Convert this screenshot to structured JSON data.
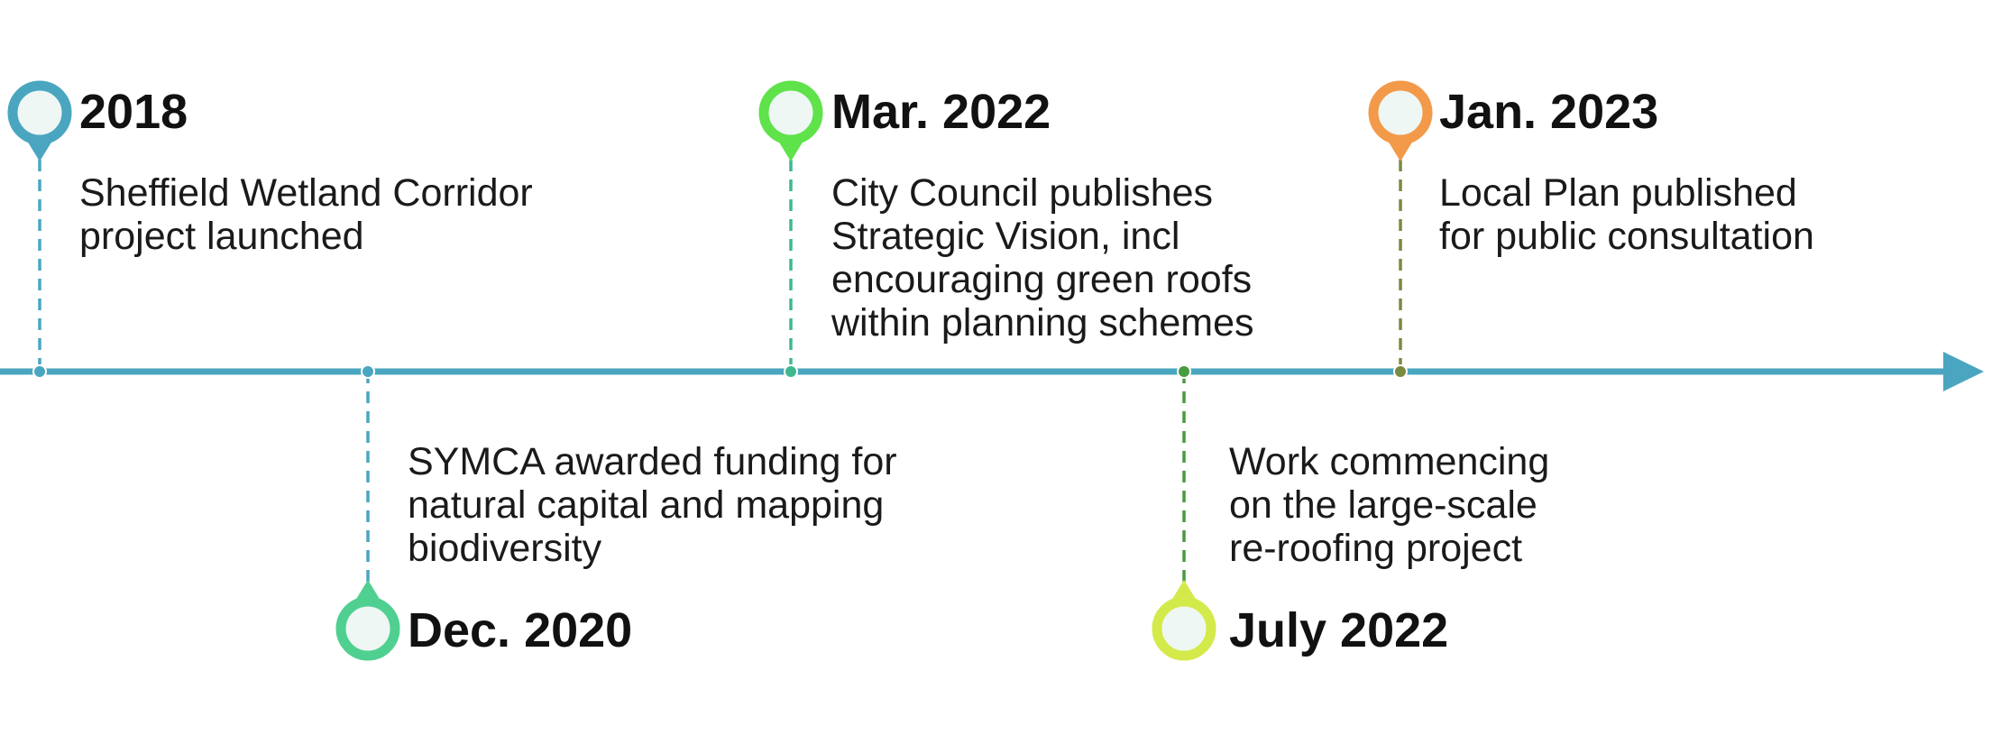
{
  "timeline": {
    "axis_color": "#4aa6c0",
    "events": [
      {
        "id": "e2018",
        "title": "2018",
        "lines": [
          "Sheffield Wetland Corridor",
          "project launched"
        ],
        "pin_color": "#4aa6c0",
        "line_color": "#4aa6c0",
        "side": "top"
      },
      {
        "id": "e2020",
        "title": "Dec. 2020",
        "lines": [
          "SYMCA awarded funding for",
          "natural capital and mapping",
          "biodiversity"
        ],
        "pin_color": "#4fd090",
        "line_color": "#4aa6c0",
        "side": "bottom"
      },
      {
        "id": "e2022mar",
        "title": "Mar. 2022",
        "lines": [
          "City Council publishes",
          "Strategic Vision, incl",
          "encouraging green roofs",
          "within planning schemes"
        ],
        "pin_color": "#5fe24a",
        "line_color": "#3fb88e",
        "side": "top"
      },
      {
        "id": "e2022jul",
        "title": "July 2022",
        "lines": [
          "Work commencing",
          "on the large-scale",
          "re-roofing project"
        ],
        "pin_color": "#d4ea4a",
        "line_color": "#4a9a40",
        "side": "bottom"
      },
      {
        "id": "e2023",
        "title": "Jan. 2023",
        "lines": [
          "Local Plan published",
          "for public consultation"
        ],
        "pin_color": "#f29a4a",
        "line_color": "#7a8a40",
        "side": "top"
      }
    ]
  }
}
